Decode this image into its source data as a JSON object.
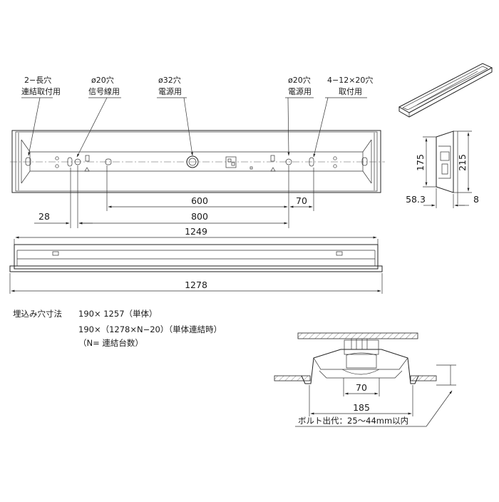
{
  "callouts": [
    {
      "top": "2−長穴",
      "bottom": "連結取付用"
    },
    {
      "top": "ø20穴",
      "bottom": "信号線用"
    },
    {
      "top": "ø32穴",
      "bottom": "電源用"
    },
    {
      "top": "ø20穴",
      "bottom": "電源用"
    },
    {
      "top": "4−12×20穴",
      "bottom": "取付用"
    }
  ],
  "dimensions": {
    "d600": "600",
    "d70_top": "70",
    "d28": "28",
    "d800": "800",
    "d1249": "1249",
    "d1278": "1278",
    "d175": "175",
    "d215": "215",
    "d58_3": "58.3",
    "d8": "8",
    "d70_section": "70",
    "d185": "185"
  },
  "notes": {
    "cutout_label": "埋込み穴寸法",
    "cutout_line1": "190× 1257（単体）",
    "cutout_line2": "190×（1278×N−20）（単体連結時）",
    "cutout_line3": "（N= 連結台数）",
    "bolt": "ボルト出代：25〜44mm以内"
  }
}
